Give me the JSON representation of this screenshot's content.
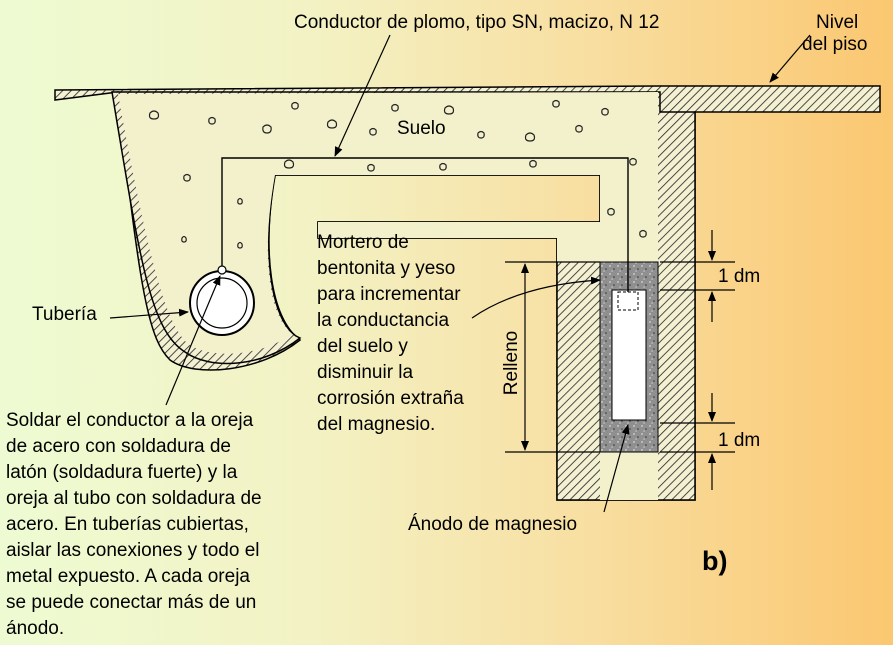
{
  "labels": {
    "conductor": "Conductor de plomo, tipo SN, macizo, N 12",
    "nivel_line1": "Nivel",
    "nivel_line2": "del piso",
    "suelo": "Suelo",
    "tuberia": "Tubería",
    "relleno": "Relleno",
    "dm_top": "1 dm",
    "dm_bottom": "1 dm",
    "anodo": "Ánodo de magnesio",
    "panel": "b)"
  },
  "mortero_lines": [
    "Mortero de",
    "bentonita y yeso",
    "para incrementar",
    "la conductancia",
    "del suelo y",
    "disminuir la",
    "corrosión extraña",
    "del magnesio."
  ],
  "soldar_lines": [
    "Soldar el conductor a la oreja",
    "de acero con soldadura de",
    "latón (soldadura fuerte) y la",
    "oreja al tubo con soldadura de",
    "acero. En tuberías cubiertas,",
    "aislar las conexiones y todo el",
    "metal expuesto. A cada oreja",
    "se puede conectar más de un",
    "ánodo."
  ],
  "colors": {
    "hatch": "#000000",
    "soil_fill": "#f5f1cf",
    "backfill": "#8c8c8c",
    "anode": "#ffffff"
  }
}
